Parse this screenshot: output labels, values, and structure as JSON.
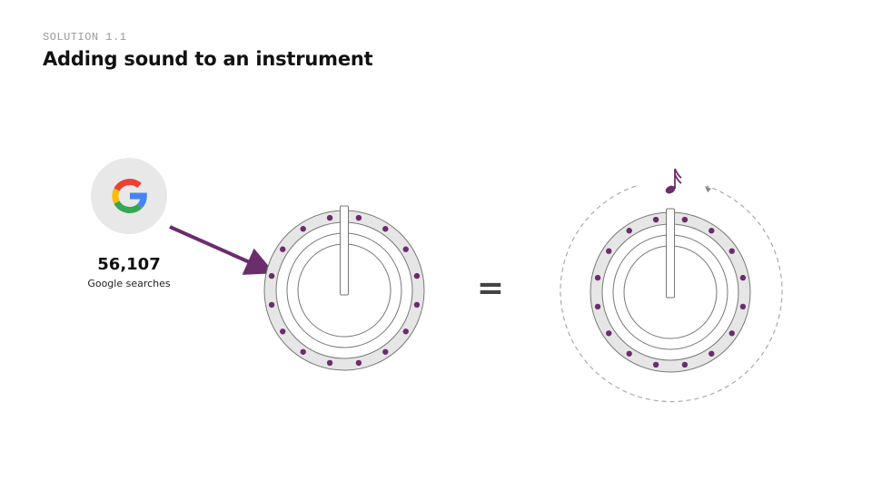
{
  "header": {
    "eyebrow": "SOLUTION 1.1",
    "title": "Adding sound to an instrument"
  },
  "stat": {
    "value": "56,107",
    "label": "Google searches"
  },
  "equals_sign": "=",
  "music_note": "𝅘𝅥𝅯",
  "icons": {
    "source": "google-icon",
    "arrow": "arrow-icon",
    "result": "music-note-icon",
    "rotation": "rotation-arrow-icon"
  },
  "colors": {
    "accent": "#6b2d6b",
    "knob_ring": "#e6e6e6",
    "knob_stroke": "#777777",
    "google_bg": "#e8e8e8",
    "google_red": "#ea4335",
    "google_yellow": "#fbbc05",
    "google_green": "#34a853",
    "google_blue": "#4285f4",
    "dashed": "#aaaaaa"
  }
}
